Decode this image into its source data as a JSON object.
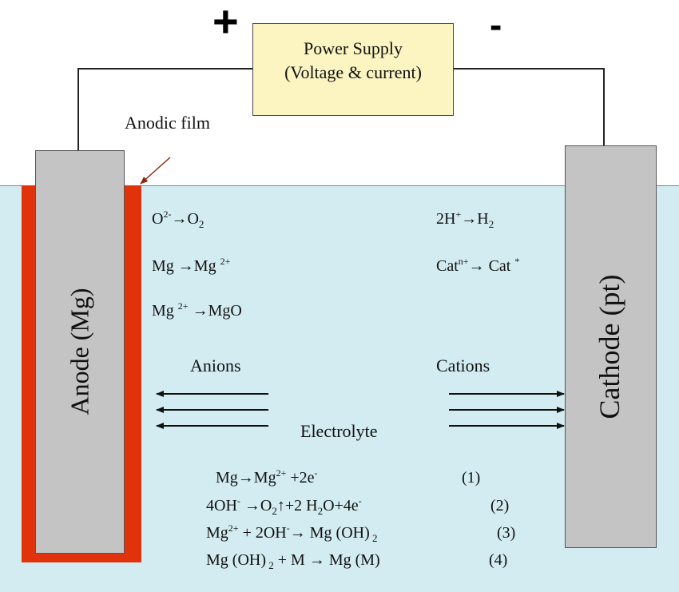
{
  "power_supply": {
    "line1": "Power Supply",
    "line2": "(Voltage & current)",
    "plus": "+",
    "minus": "-"
  },
  "anodic_film_label": "Anodic film",
  "anode_label": "Anode (Mg)",
  "cathode_label": "Cathode (pt)",
  "anode_reactions": [
    {
      "parts": [
        [
          "",
          "O"
        ],
        [
          "sup",
          "2-"
        ],
        [
          "",
          "→O"
        ],
        [
          "sub",
          "2"
        ]
      ]
    },
    {
      "parts": [
        [
          "",
          "Mg →Mg "
        ],
        [
          "sup",
          "2+"
        ]
      ]
    },
    {
      "parts": [
        [
          "",
          "Mg "
        ],
        [
          "sup",
          "2+"
        ],
        [
          "",
          " →MgO"
        ]
      ]
    }
  ],
  "cathode_reactions": [
    {
      "parts": [
        [
          "",
          "2H"
        ],
        [
          "sup",
          "+"
        ],
        [
          "",
          "→H"
        ],
        [
          "sub",
          "2"
        ]
      ]
    },
    {
      "parts": [
        [
          "",
          "Cat"
        ],
        [
          "sup",
          "n+"
        ],
        [
          "",
          "→  Cat "
        ],
        [
          "sup",
          "*"
        ]
      ]
    }
  ],
  "anions_label": "Anions",
  "cations_label": "Cations",
  "electrolyte_label": "Electrolyte",
  "equations": [
    {
      "parts": [
        [
          "",
          "Mg→Mg"
        ],
        [
          "sup",
          "2+"
        ],
        [
          "",
          " +2e"
        ],
        [
          "sup",
          "-"
        ]
      ],
      "number": "(1)"
    },
    {
      "parts": [
        [
          "",
          "4OH"
        ],
        [
          "sup",
          "-"
        ],
        [
          "",
          " →O"
        ],
        [
          "sub",
          "2"
        ],
        [
          "",
          "↑+2 H"
        ],
        [
          "sub",
          "2"
        ],
        [
          "",
          "O+4e"
        ],
        [
          "sup",
          "-"
        ]
      ],
      "number": "(2)"
    },
    {
      "parts": [
        [
          "",
          "Mg"
        ],
        [
          "sup",
          "2+"
        ],
        [
          "",
          " + 2OH"
        ],
        [
          "sup",
          "-"
        ],
        [
          "",
          "→   Mg (OH)"
        ],
        [
          "sub",
          " 2"
        ]
      ],
      "number": "(3)"
    },
    {
      "parts": [
        [
          "",
          "Mg (OH)"
        ],
        [
          "sub",
          " 2"
        ],
        [
          "",
          " + M → Mg (M)"
        ]
      ],
      "number": "(4)"
    }
  ],
  "colors": {
    "electrolyte": "#d2ecf1",
    "anodic_film": "#e0330c",
    "electrode": "#c4c4c4",
    "power_supply_fill": "#fcf5c2"
  }
}
